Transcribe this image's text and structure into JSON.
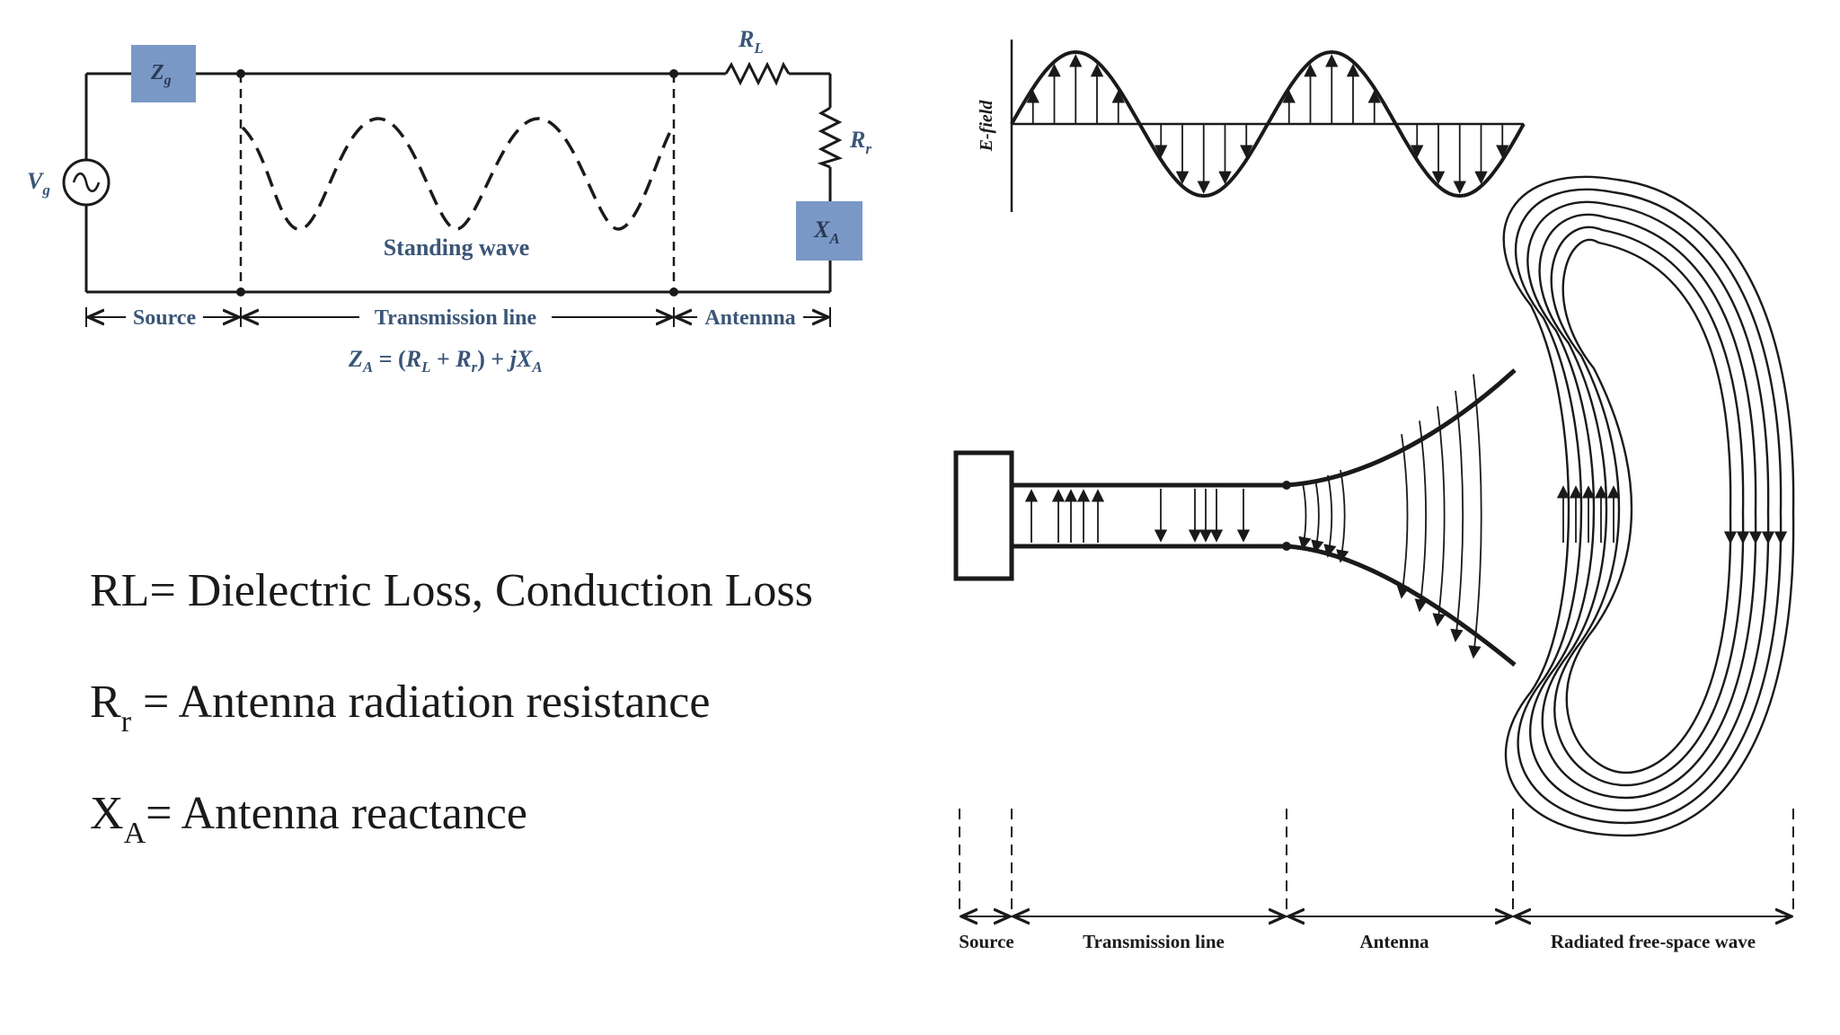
{
  "circuit": {
    "vg_label": "V",
    "vg_sub": "g",
    "zg_label": "Z",
    "zg_sub": "g",
    "rl_label": "R",
    "rl_sub": "L",
    "rr_label": "R",
    "rr_sub": "r",
    "xa_label": "X",
    "xa_sub": "A",
    "standing_wave_label": "Standing wave",
    "source_label": "Source",
    "transmission_line_label": "Transmission line",
    "antenna_label": "Antennna",
    "formula": {
      "za": "Z",
      "za_sub": "A",
      "eq_open": " = (",
      "rl": "R",
      "rl_sub": "L",
      "plus1": " + ",
      "rr": "R",
      "rr_sub": "r",
      "close_plus": ") + ",
      "jx": "jX",
      "jx_sub": "A"
    }
  },
  "definitions": [
    {
      "main": "RL= Dielectric Loss, Conduction  Loss",
      "sub": "",
      "rest": ""
    },
    {
      "main": "R",
      "sub": "r",
      "rest": " = Antenna radiation resistance"
    },
    {
      "main": "X",
      "sub": "A",
      "rest": "= Antenna reactance"
    }
  ],
  "radiation_figure": {
    "efield_label": "E-field",
    "source_label": "Source",
    "transmission_line_label": "Transmission line",
    "antenna_label": "Antenna",
    "radiated_label": "Radiated free-space wave"
  },
  "colors": {
    "component_fill": "#7a98c6",
    "line": "#1a1a1a",
    "label_blue": "#3a5577"
  }
}
